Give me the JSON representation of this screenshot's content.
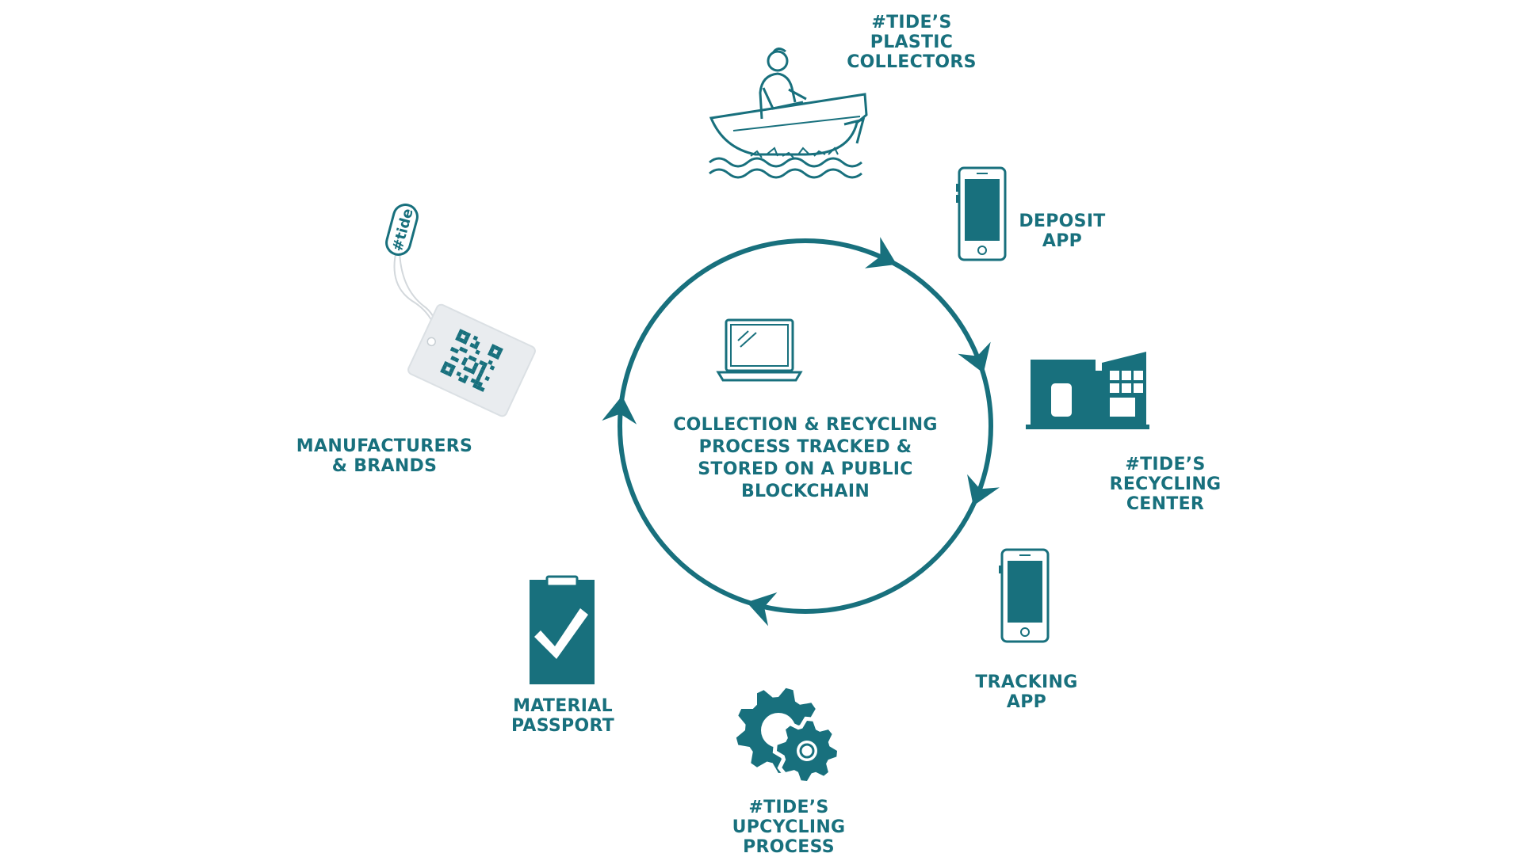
{
  "colors": {
    "primary": "#18707d",
    "tag_fill": "#e9ecef",
    "white": "#ffffff"
  },
  "center": {
    "icon": "laptop-icon",
    "lines": [
      "COLLECTION & RECYCLING",
      "PROCESS TRACKED &",
      "STORED ON A PUBLIC",
      "BLOCKCHAIN"
    ]
  },
  "steps": [
    {
      "id": "plastic-collectors",
      "icon": "fisherman-boat-icon",
      "lines": [
        "#TIDE’S",
        "PLASTIC",
        "COLLECTORS"
      ]
    },
    {
      "id": "deposit-app",
      "icon": "smartphone-icon",
      "lines": [
        "DEPOSIT",
        "APP"
      ]
    },
    {
      "id": "recycling-center",
      "icon": "factory-building-icon",
      "lines": [
        "#TIDE’S",
        "RECYCLING",
        "CENTER"
      ]
    },
    {
      "id": "tracking-app",
      "icon": "smartphone-icon",
      "lines": [
        "TRACKING",
        "APP"
      ]
    },
    {
      "id": "upcycling-process",
      "icon": "gears-icon",
      "lines": [
        "#TIDE’S",
        "UPCYCLING",
        "PROCESS"
      ]
    },
    {
      "id": "material-passport",
      "icon": "clipboard-check-icon",
      "lines": [
        "MATERIAL",
        "PASSPORT"
      ]
    },
    {
      "id": "manufacturers-brands",
      "icon": "qr-hang-tag-icon",
      "lines": [
        "MANUFACTURERS",
        "& BRANDS"
      ],
      "tag_text": "#tide"
    }
  ]
}
